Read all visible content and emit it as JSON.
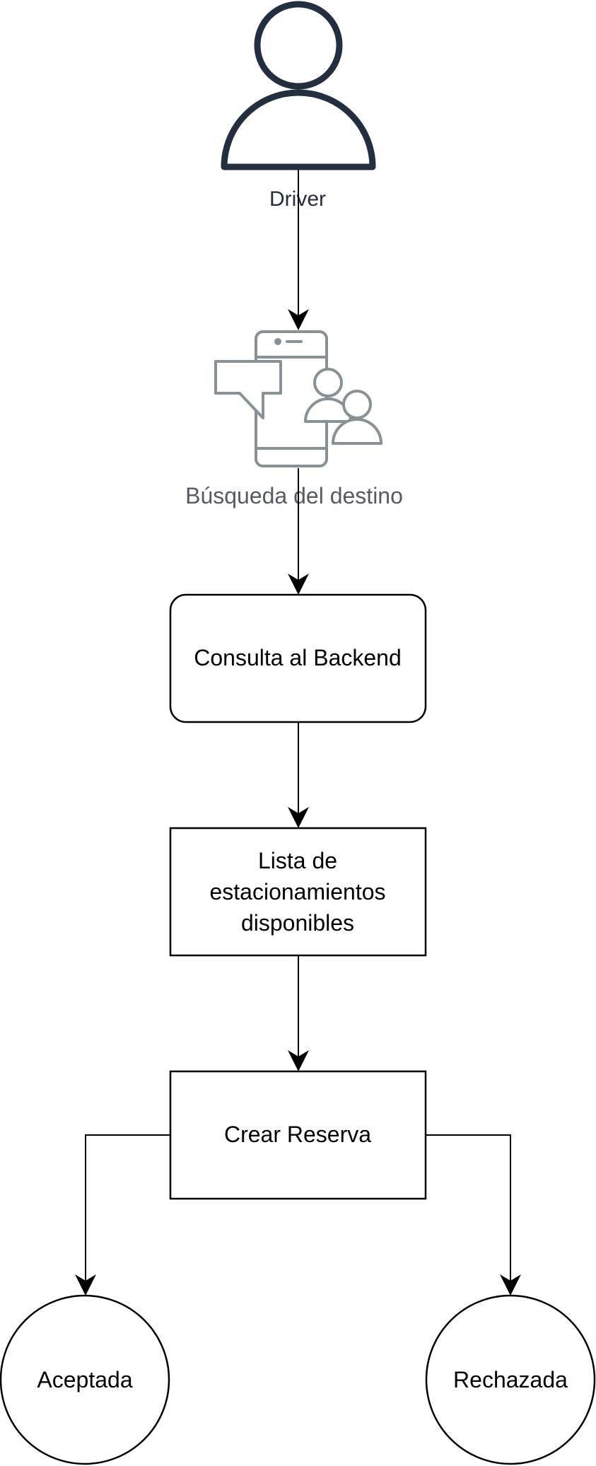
{
  "diagram": {
    "actor": {
      "label": "Driver",
      "icon": "user-icon"
    },
    "search": {
      "label": "Búsqueda del destino",
      "icon": "mobile-chat-users-icon"
    },
    "backend": {
      "label": "Consulta al Backend"
    },
    "list": {
      "line1": "Lista de",
      "line2": "estacionamientos",
      "line3": "disponibles"
    },
    "reserve": {
      "label": "Crear Reserva"
    },
    "accepted": {
      "label": "Aceptada"
    },
    "rejected": {
      "label": "Rechazada"
    },
    "colors": {
      "stroke": "#000000",
      "actor": "#232f3e",
      "icon_gray": "#879196",
      "icon_label": "#545b64"
    }
  }
}
